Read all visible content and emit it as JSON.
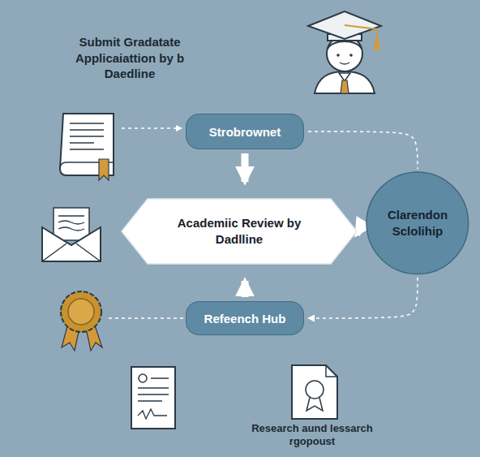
{
  "diagram": {
    "title": "Submit Gradatate Applicaiattion by b Daedline",
    "nodes": [
      {
        "text": [
          "Strobrownet"
        ]
      },
      {
        "text": [
          "Academiic Review by Dadlline"
        ]
      },
      {
        "text": [
          "Clarendon Sclolihip"
        ]
      },
      {
        "text": [
          "Refeench Hub"
        ]
      }
    ],
    "edges": [
      {
        "from": 0,
        "to": 1,
        "arrow": "to"
      },
      {
        "from": 3,
        "to": 1,
        "arrow": "to"
      },
      {
        "from": 1,
        "to": 2,
        "arrow": "to"
      },
      {
        "from": 0,
        "to": 2,
        "arrow": "none"
      },
      {
        "from": 2,
        "to": 3,
        "arrow": "to"
      }
    ],
    "labels": [
      "Research aund lessarch rgopoust"
    ]
  }
}
